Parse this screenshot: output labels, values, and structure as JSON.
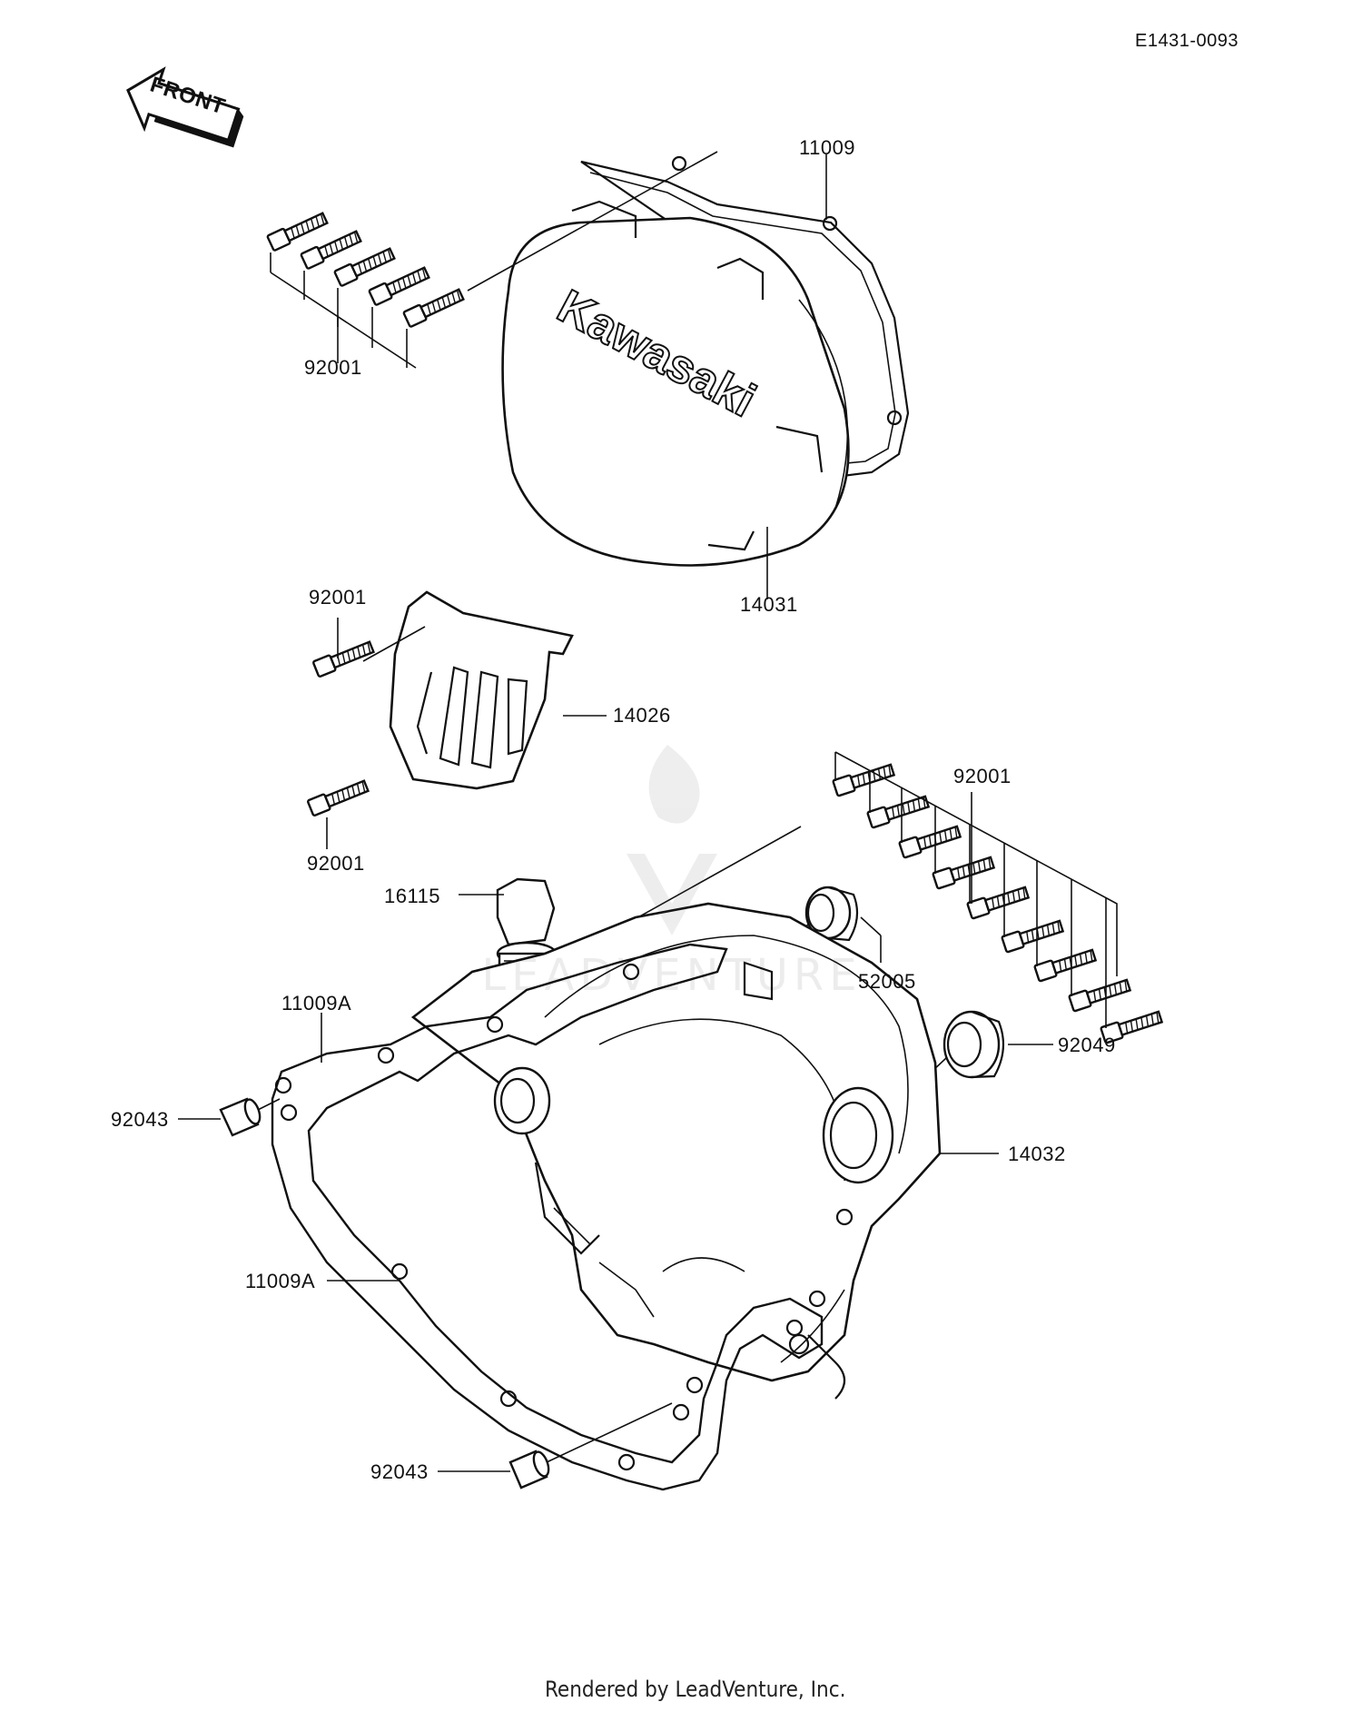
{
  "drawing_code": "E1431-0093",
  "front_arrow_text": "FRONT",
  "brand_marking": "Kawasaki",
  "watermark": "LEADVENTURE",
  "callouts": {
    "cover_gasket": "11009",
    "cover_bolts": "92001",
    "clutch_cover": "14031",
    "sprocket_bolt_upper": "92001",
    "sprocket_cover": "14026",
    "sprocket_bolt_lower": "92001",
    "crankcase_bolts": "92001",
    "oil_filler_cap": "16115",
    "oil_seal_small": "52005",
    "gasket_a_upper": "11009A",
    "oil_seal_large": "92049",
    "dowel_pin_upper": "92043",
    "crankcase_cover": "14032",
    "gasket_a_lower": "11009A",
    "dowel_pin_lower": "92043"
  },
  "footer_text": "Rendered by LeadVenture, Inc."
}
